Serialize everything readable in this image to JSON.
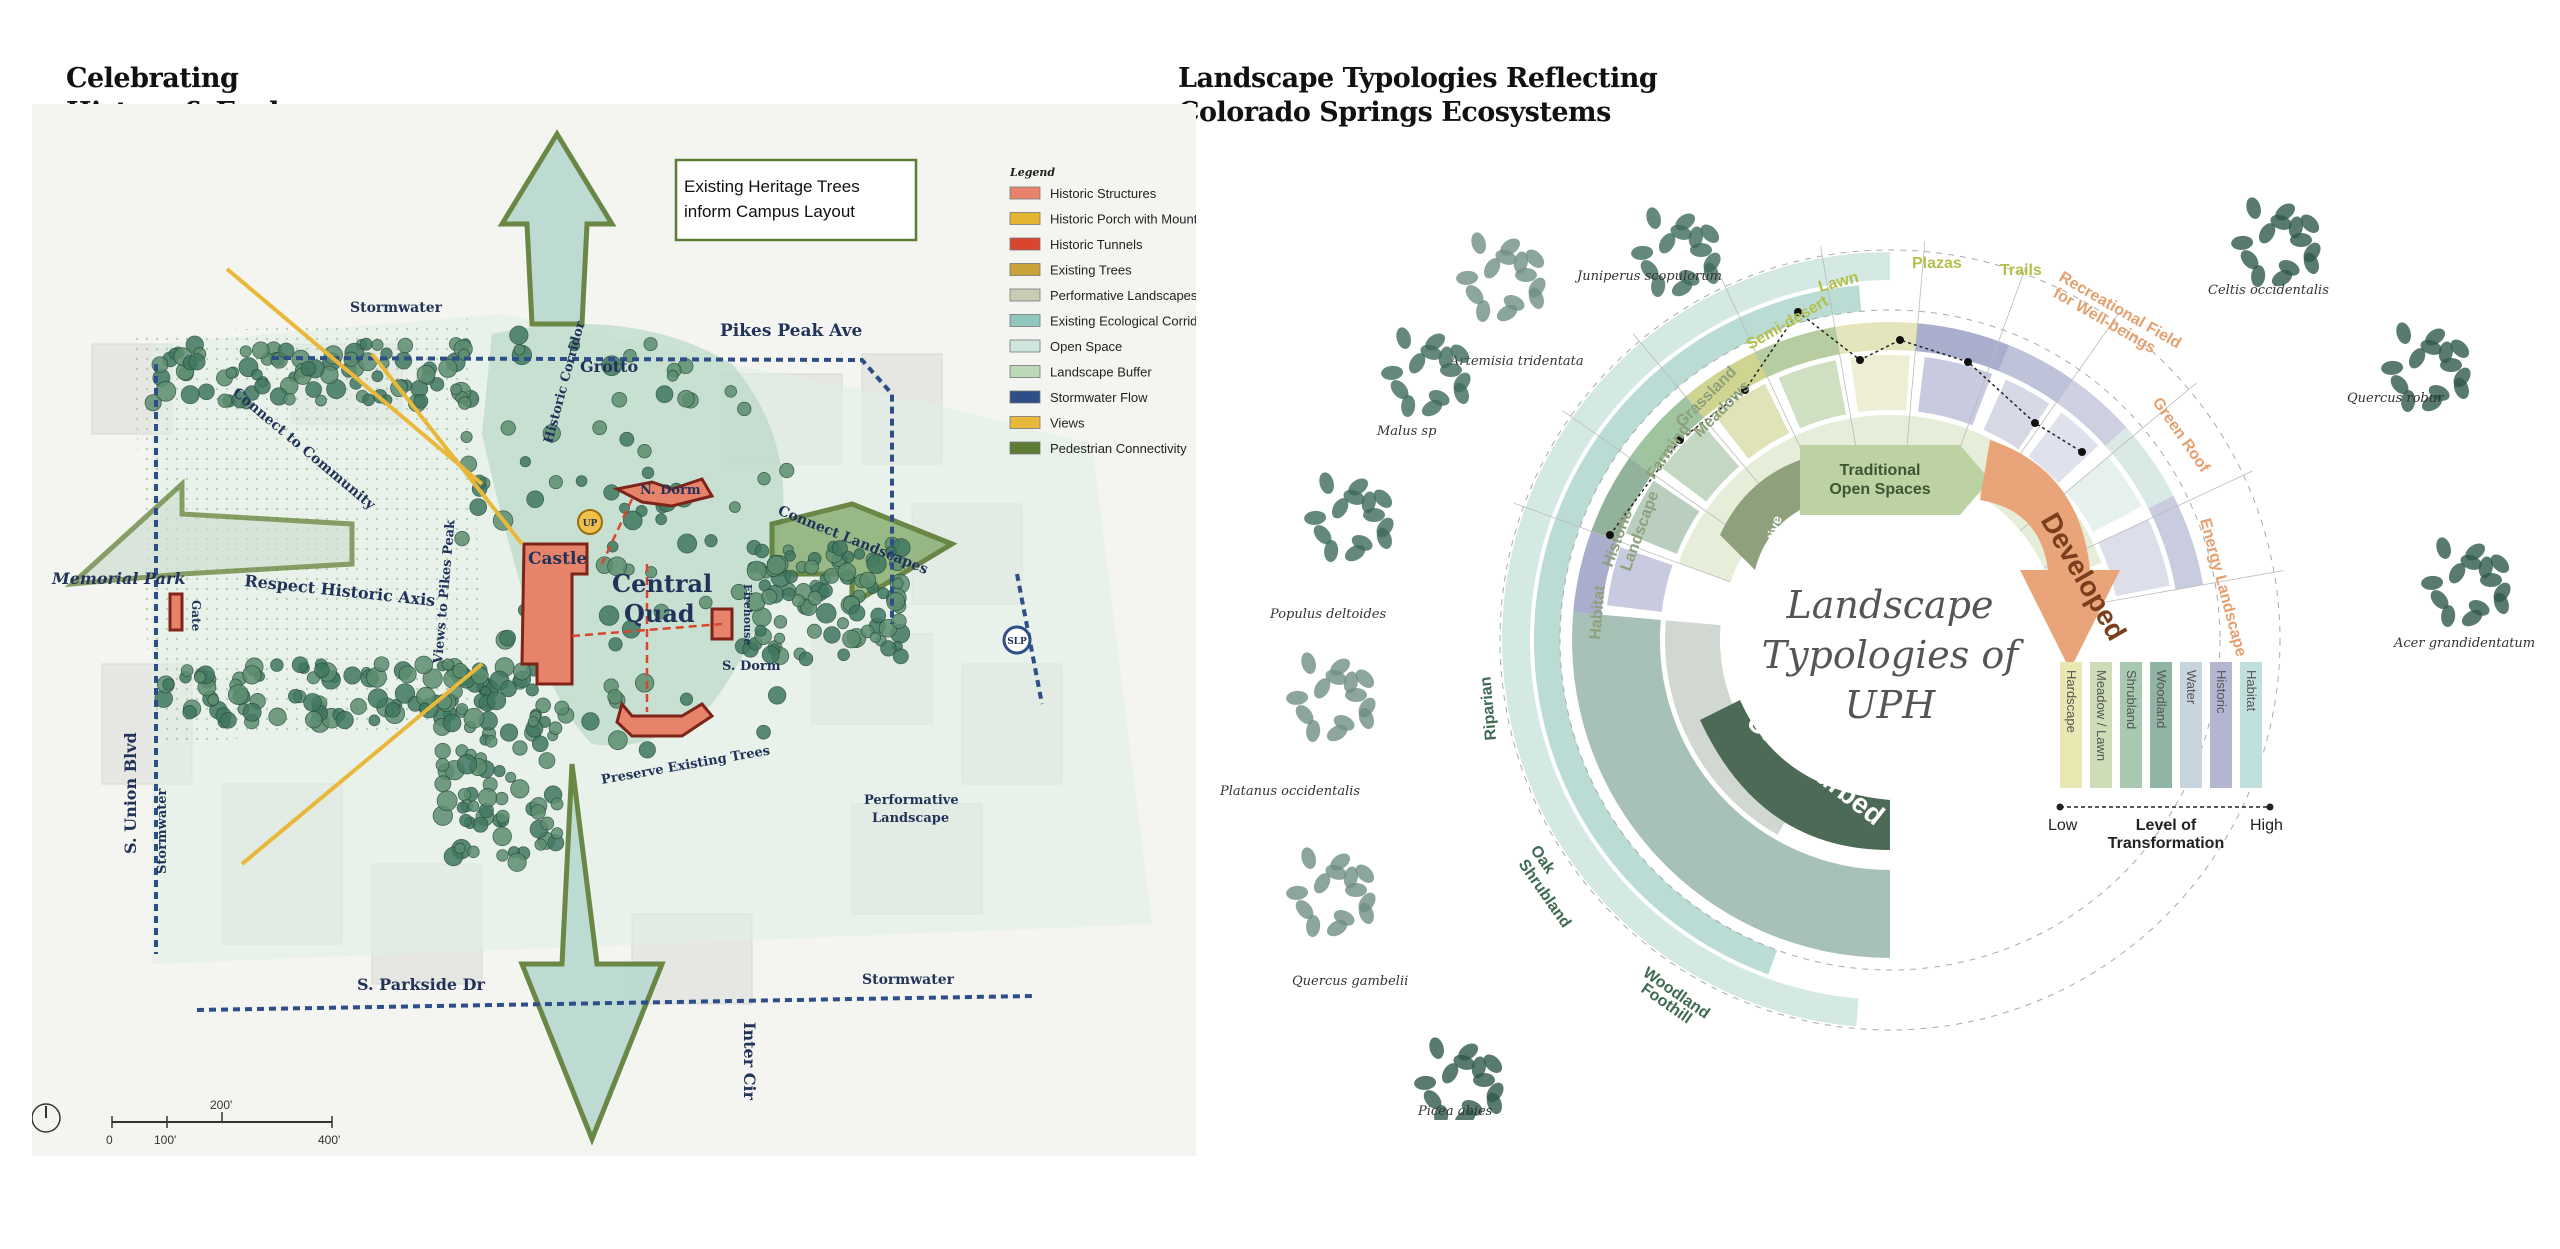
{
  "left_panel": {
    "title_line1": "Celebrating",
    "title_line2": "History & Ecology",
    "callout": [
      "Existing Heritage Trees",
      "inform Campus Layout"
    ],
    "legend": {
      "title": "Legend",
      "items": [
        {
          "label": "Historic Structures",
          "color": "#e8836b"
        },
        {
          "label": "Historic Porch with Mountain Views",
          "color": "#e3b530"
        },
        {
          "label": "Historic Tunnels",
          "color": "#d9452f"
        },
        {
          "label": "Existing Trees",
          "color": "#caa23a"
        },
        {
          "label": "Performative Landscapes",
          "color": "#c9cbb4"
        },
        {
          "label": "Existing Ecological Corridor",
          "color": "#8fc6bd"
        },
        {
          "label": "Open Space",
          "color": "#cfe6df"
        },
        {
          "label": "Landscape Buffer",
          "color": "#bcd9b7"
        },
        {
          "label": "Stormwater Flow",
          "color": "#2d4e86"
        },
        {
          "label": "Views",
          "color": "#e9b83a"
        },
        {
          "label": "Pedestrian Connectivity",
          "color": "#5c7b33"
        }
      ]
    },
    "map_labels": {
      "stormwater_top": "Stormwater",
      "pikes_peak_ave": "Pikes Peak Ave",
      "grotto": "Grotto",
      "connect_to_community": "Connect to Community",
      "historic_corridor": "Historic Corridor",
      "memorial_park": "Memorial Park",
      "gate": "Gate",
      "respect_historic_axis": "Respect Historic Axis",
      "views_to_pikes_peak": "Views to Pikes Peak",
      "castle": "Castle",
      "central_quad": [
        "Central",
        "Quad"
      ],
      "n_dorm": "N. Dorm",
      "s_dorm": "S. Dorm",
      "firehouse": "Firehouse",
      "connect_landscapes": "Connect Landscapes",
      "preserve_existing_trees": "Preserve Existing Trees",
      "performative_landscape": [
        "Performative",
        "Landscape"
      ],
      "s_union_blvd": "S. Union Blvd",
      "stormwater_left": "Stormwater",
      "s_parkside_dr": "S. Parkside Dr",
      "stormwater_bottom": "Stormwater",
      "inter_cir": "Inter Cir",
      "up": "UP",
      "slp": "SLP"
    },
    "scale": {
      "ticks": [
        "0",
        "100'",
        "200'",
        "400'"
      ]
    }
  },
  "right_panel": {
    "title_line1": "Landscape Typologies Reflecting",
    "title_line2": "Colorado Springs Ecosystems",
    "center_title": [
      "Landscape",
      "Typologies of",
      "UPH"
    ],
    "inner_bands": {
      "developed": "Developed",
      "traditional": [
        "Traditional",
        "Open Spaces"
      ],
      "performative": [
        "Performative",
        "Landscape"
      ],
      "undisturbed": "Undisturbed"
    },
    "ring_labels": {
      "trails": "Trails",
      "plazas": "Plazas",
      "lawn": "Lawn",
      "semi_desert": "Semi-desert",
      "grassland": [
        "Grassland",
        "Meadows"
      ],
      "farming": "Farming",
      "historic": [
        "Historic",
        "Landscape"
      ],
      "habitat": "Habitat",
      "riparian": "Riparian",
      "oak": [
        "Oak",
        "Shrubland"
      ],
      "woodland": [
        "Woodland",
        "Foothill"
      ],
      "recreational": [
        "Recreational Field",
        "for Well-beings"
      ],
      "green_roof": "Green Roof",
      "energy": "Energy Landscape"
    },
    "bars": [
      {
        "label": "Hardscape",
        "color": "#e9e7b2"
      },
      {
        "label": "Meadow / Lawn",
        "color": "#cfdcb8"
      },
      {
        "label": "Shrubland",
        "color": "#a9c8b0"
      },
      {
        "label": "Woodland",
        "color": "#8fb4a4"
      },
      {
        "label": "Water",
        "color": "#c7d5de"
      },
      {
        "label": "Historic",
        "color": "#b4b5d0"
      },
      {
        "label": "Habitat",
        "color": "#bfe0dc"
      }
    ],
    "transformation": {
      "low": "Low",
      "high": "High",
      "title": [
        "Level of",
        "Transformation"
      ]
    },
    "species": [
      "Artemisia tridentata",
      "Juniperus scopulorum",
      "Malus sp",
      "Populus deltoides",
      "Platanus occidentalis",
      "Quercus gambelii",
      "Picea abies",
      "Celtis occidentalis",
      "Quercus robur",
      "Acer grandidentatum"
    ]
  }
}
